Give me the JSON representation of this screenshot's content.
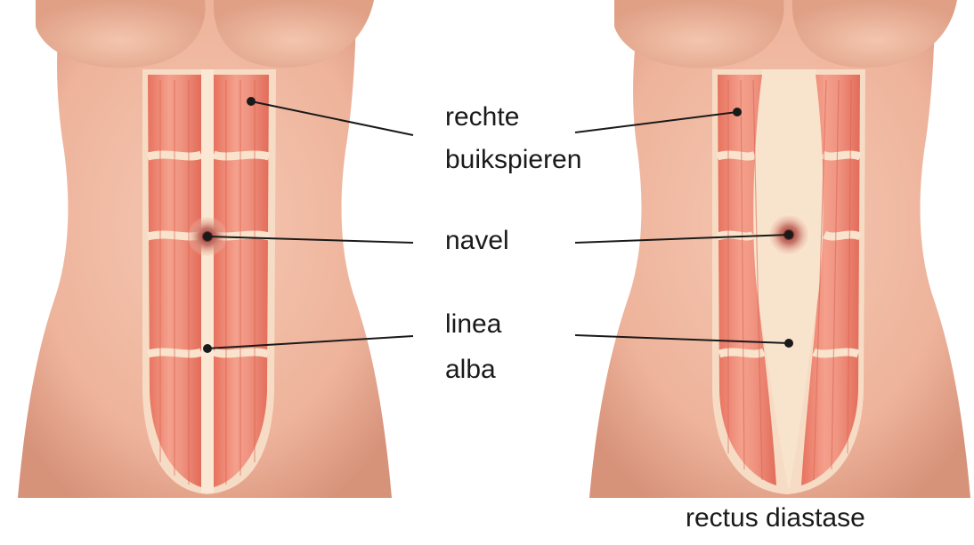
{
  "labels": {
    "rectus_line1": "rechte",
    "rectus_line2": "buikspieren",
    "navel": "navel",
    "linea_line1": "linea",
    "linea_line2": "alba"
  },
  "caption_right": "rectus diastase",
  "colors": {
    "skin": "#eeb39b",
    "skin_shadow": "#d99379",
    "muscle": "#ee8a76",
    "muscle_dark": "#e0685a",
    "tendon": "#f9e3cc",
    "navel": "#b55a4d",
    "leader": "#1a1a1a",
    "text": "#1a1a1a"
  }
}
